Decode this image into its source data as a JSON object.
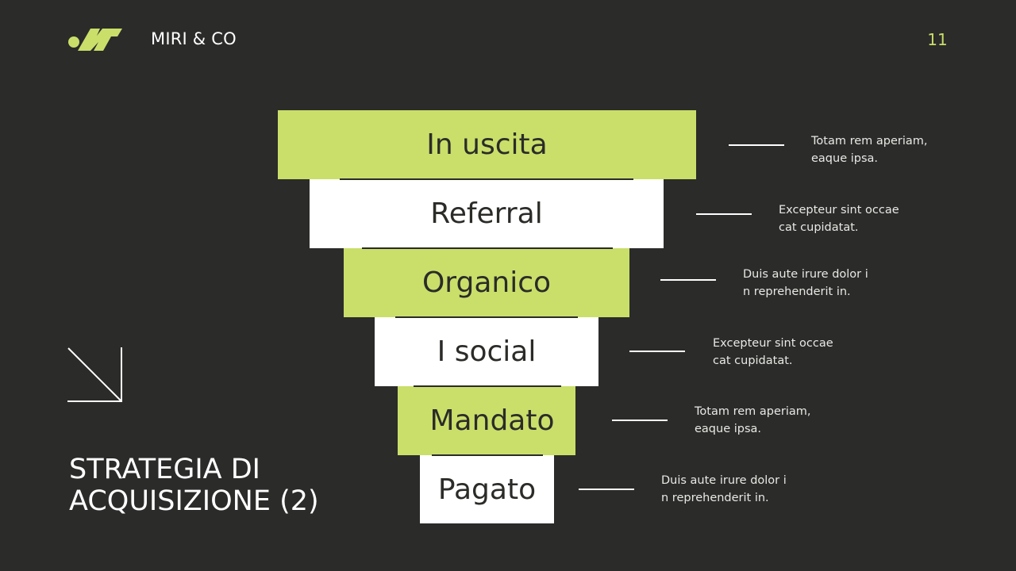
{
  "header": {
    "brand_name": "MIRI & CO",
    "page_number": "11",
    "logo_icon": "brand-logo-dot-m"
  },
  "colors": {
    "background": "#2b2b2a",
    "accent_green": "#c9df6a",
    "white": "#ffffff",
    "dark_text": "#2b2b28"
  },
  "decor": {
    "arrow_icon": "arrow-down-right-icon"
  },
  "title": {
    "text": "STRATEGIA DI\nACQUISIZIONE (2)"
  },
  "funnel": {
    "stages": [
      {
        "label": "In uscita",
        "color": "green",
        "description": "Totam rem aperiam,\neaque ipsa."
      },
      {
        "label": "Referral",
        "color": "white",
        "description": "Excepteur sint occae\ncat cupidatat."
      },
      {
        "label": "Organico",
        "color": "green",
        "description": "Duis aute irure dolor i\nn reprehenderit in."
      },
      {
        "label": "I social",
        "color": "white",
        "description": "Excepteur sint occae\ncat cupidatat."
      },
      {
        "label": "Mandato",
        "color": "green",
        "description": "Totam rem aperiam,\neaque ipsa."
      },
      {
        "label": "Pagato",
        "color": "white",
        "description": "Duis aute irure dolor i\nn reprehenderit in."
      }
    ]
  }
}
